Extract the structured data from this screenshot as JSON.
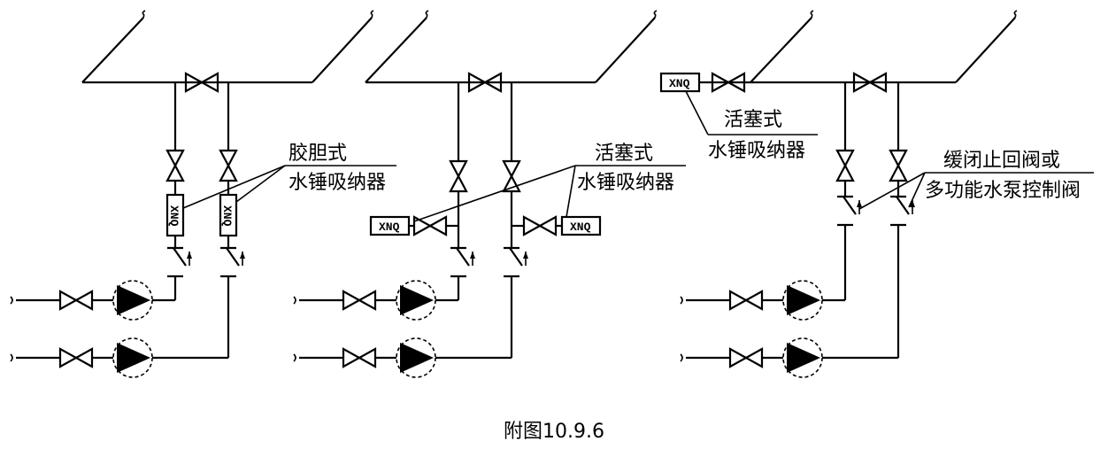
{
  "labels": {
    "bladder_type": [
      "胶胆式",
      "水锤吸纳器"
    ],
    "piston_type_mid": [
      "活塞式",
      "水锤吸纳器"
    ],
    "piston_type_right": [
      "活塞式",
      "水锤吸纳器"
    ],
    "check_valve_note": [
      "缓闭止回阀或",
      "多功能水泵控制阀"
    ]
  },
  "device_tag": "XNQ",
  "caption": "附图10.9.6"
}
